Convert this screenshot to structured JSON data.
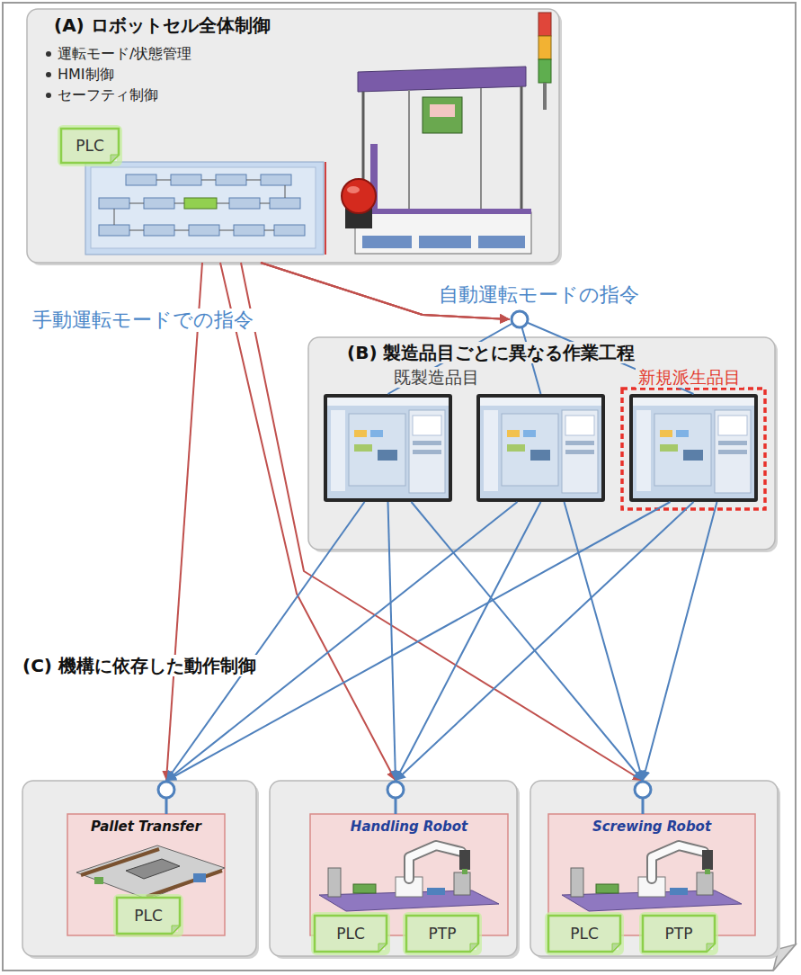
{
  "diagram": {
    "nodes": [
      {
        "text": [
          "(A) ロボットセル全体制御",
          "運転モード/状態管理",
          "HMI制御",
          "セーフティ制御"
        ]
      },
      {
        "text": [
          "PLC"
        ],
        "in": 0
      },
      {
        "text": [
          "(B) 製造品目ごとに異なる作業工程",
          "既製造品目"
        ]
      },
      {
        "text": [],
        "in": 2
      },
      {
        "text": [],
        "in": 2
      },
      {
        "text": [
          "新規派生品目"
        ],
        "in": 2
      },
      {
        "text": [
          "Pallet Transfer"
        ]
      },
      {
        "text": [
          "PLC"
        ],
        "in": 6
      },
      {
        "text": [
          "Handling Robot"
        ]
      },
      {
        "text": [
          "PLC"
        ],
        "in": 8
      },
      {
        "text": [
          "PTP"
        ],
        "in": 8
      },
      {
        "text": [
          "Screwing Robot"
        ]
      },
      {
        "text": [
          "PLC"
        ],
        "in": 11
      },
      {
        "text": [
          "PTP"
        ],
        "in": 11
      }
    ],
    "edges": [
      {
        "from": 0,
        "to": 3,
        "arrow": "to"
      },
      {
        "from": 0,
        "to": 4,
        "arrow": "to"
      },
      {
        "from": 0,
        "to": 5,
        "arrow": "to"
      },
      {
        "from": 0,
        "to": 6,
        "arrow": "to"
      },
      {
        "from": 0,
        "to": 8,
        "arrow": "to"
      },
      {
        "from": 0,
        "to": 11,
        "arrow": "to"
      },
      {
        "from": 3,
        "to": 6,
        "arrow": "to"
      },
      {
        "from": 3,
        "to": 8,
        "arrow": "to"
      },
      {
        "from": 3,
        "to": 11,
        "arrow": "to"
      },
      {
        "from": 4,
        "to": 6,
        "arrow": "to"
      },
      {
        "from": 4,
        "to": 8,
        "arrow": "to"
      },
      {
        "from": 4,
        "to": 11,
        "arrow": "to"
      },
      {
        "from": 5,
        "to": 6,
        "arrow": "to"
      },
      {
        "from": 5,
        "to": 8,
        "arrow": "to"
      },
      {
        "from": 5,
        "to": 11,
        "arrow": "to"
      }
    ],
    "labels": [
      "自動運転モードの指令",
      "手動運転モードでの指令",
      "(C) 機構に依存した動作制御"
    ]
  }
}
